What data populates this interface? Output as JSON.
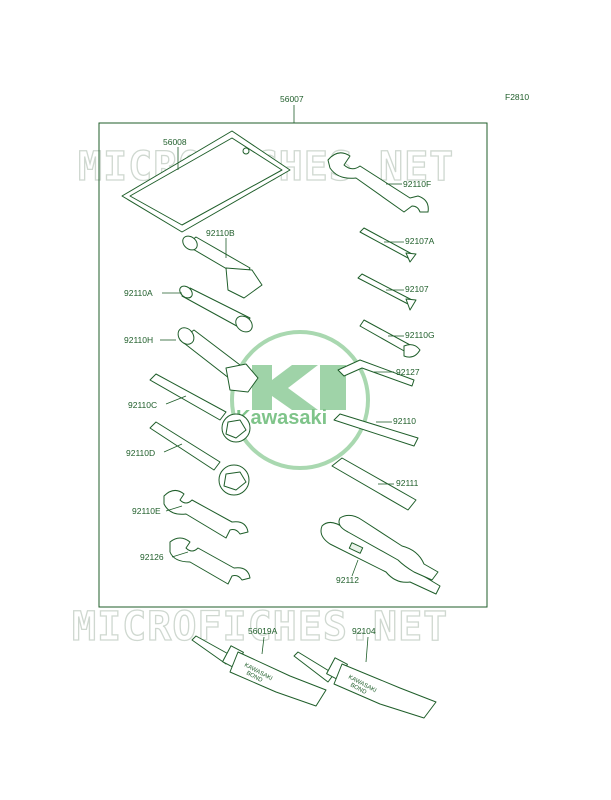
{
  "figure_code": "F2810",
  "kit_part": "56007",
  "parts": {
    "p56008": "56008",
    "p92110F": "92110F",
    "p92110B": "92110B",
    "p92107A": "92107A",
    "p92110A": "92110A",
    "p92107": "92107",
    "p92110G": "92110G",
    "p92110H": "92110H",
    "p92127": "92127",
    "p92110C": "92110C",
    "p92110": "92110",
    "p92110D": "92110D",
    "p92111": "92111",
    "p92110E": "92110E",
    "p92126": "92126",
    "p92112": "92112",
    "p56019A": "56019A",
    "p92104": "92104"
  },
  "watermark": {
    "text": "MICROFICHES.NET"
  },
  "logo": {
    "text": "Kawasaki"
  },
  "tube_label": {
    "brand": "KAWASAKI",
    "product": "BOND"
  },
  "colors": {
    "line": "#1f5e2a",
    "logo": "#7fc48a",
    "watermark": "#cfd8d0"
  }
}
